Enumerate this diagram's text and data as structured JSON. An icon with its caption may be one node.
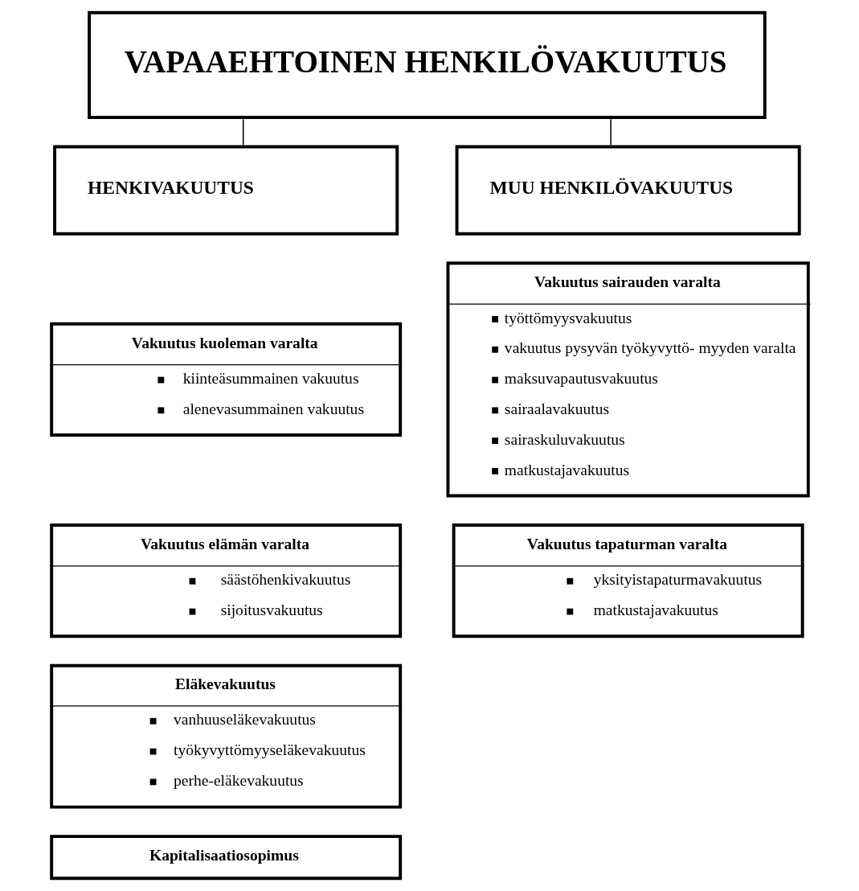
{
  "diagram": {
    "nodes": [
      {
        "text": [
          "VAPAAEHTOINEN HENKILÖVAKUUTUS"
        ]
      },
      {
        "text": [
          "HENKIVAKUUTUS"
        ]
      },
      {
        "text": [
          "MUU HENKILÖVAKUUTUS"
        ]
      },
      {
        "text": [
          "Vakuutus kuoleman varalta",
          "kiinteäsummainen vakuutus",
          "alenevasummainen vakuutus"
        ]
      },
      {
        "text": [
          "Vakuutus elämän varalta",
          "säästöhenkivakuutus",
          "sijoitusvakuutus"
        ]
      },
      {
        "text": [
          "Eläkevakuutus",
          "vanhuuseläkevakuutus",
          "työkyvyttömyyseläkevakuutus",
          "perhe-eläkevakuutus"
        ]
      },
      {
        "text": [
          "Kapitalisaatiosopimus"
        ]
      },
      {
        "text": [
          "Vakuutus sairauden varalta",
          "työttömyysvakuutus",
          "vakuutus pysyvän työkyvyttö- myyden varalta",
          "maksuvapautusvakuutus",
          "sairaalavakuutus",
          "sairaskuluvakuutus",
          "matkustajavakuutus"
        ]
      },
      {
        "text": [
          "Vakuutus tapaturman varalta",
          "yksityistapaturmavakuutus",
          "matkustajavakuutus"
        ]
      }
    ],
    "edges": [
      {
        "from": 0,
        "to": 1,
        "arrow": "none"
      },
      {
        "from": 0,
        "to": 2,
        "arrow": "none"
      }
    ]
  }
}
